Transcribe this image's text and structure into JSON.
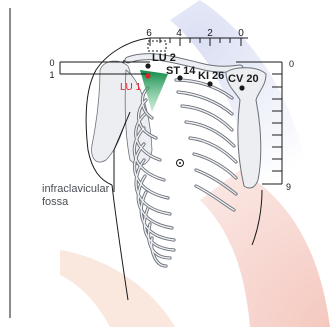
{
  "top_ruler": {
    "ticks": [
      "6",
      "4",
      "2",
      "0"
    ]
  },
  "left_ruler": {
    "ticks": [
      "0",
      "1"
    ]
  },
  "right_ruler": {
    "ticks": [
      "0",
      "9"
    ]
  },
  "points": {
    "lu2": "LU 2",
    "lu1": "LU 1",
    "st14": "ST 14",
    "ki26": "KI 26",
    "cv20": "CV 20"
  },
  "caption": {
    "line1": "infraclavicular",
    "line2": "fossa"
  },
  "colors": {
    "lu1": "#e0202a",
    "green": "#1a9a55",
    "line": "#1a1a1a",
    "bone_fill": "#eef0f3",
    "bone_line": "#6b7079"
  }
}
